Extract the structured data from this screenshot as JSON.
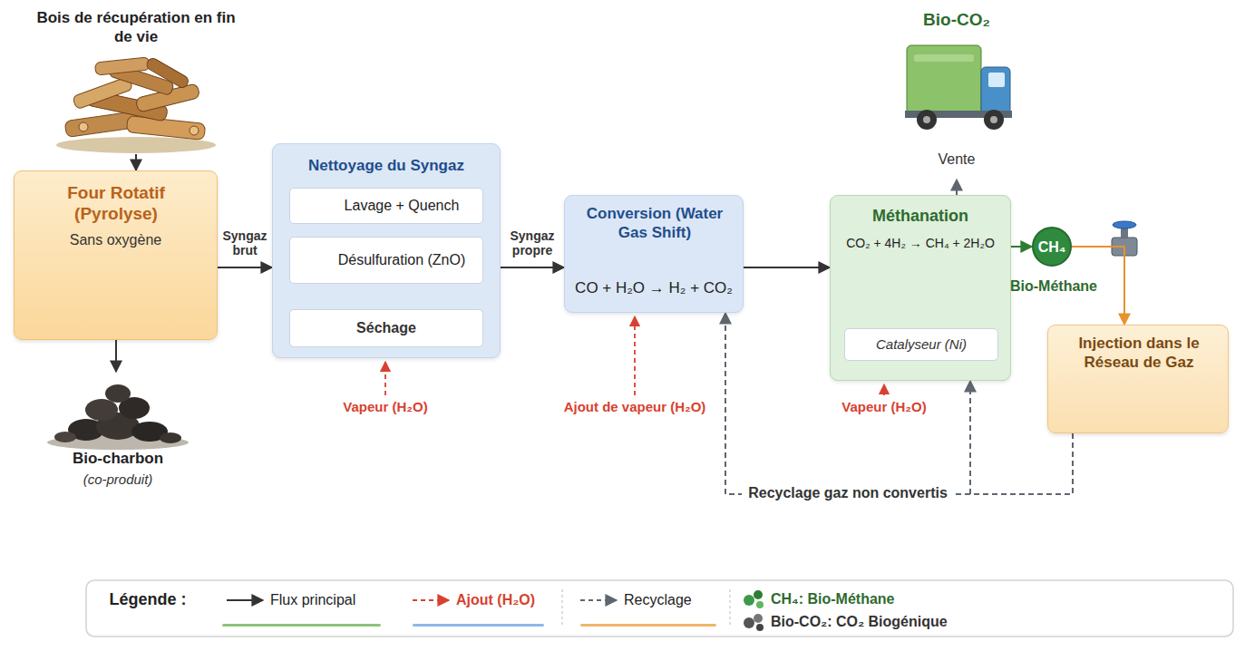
{
  "diagram": {
    "nodes": [
      {
        "text": [
          "Bois de récupération en fin de vie"
        ]
      },
      {
        "text": [
          "Four Rotatif (Pyrolyse)",
          "Sans oxygène"
        ]
      },
      {
        "text": [
          "Bio-charbon",
          "(co-produit)"
        ]
      },
      {
        "text": [
          "Nettoyage du Syngaz"
        ]
      },
      {
        "text": [
          "Lavage + Quench"
        ],
        "in": 3
      },
      {
        "text": [
          "Désulfuration (ZnO)"
        ],
        "in": 3
      },
      {
        "text": [
          "Séchage"
        ],
        "in": 3
      },
      {
        "text": [
          "Conversion (Water Gas Shift)",
          "CO + H₂O → H₂ + CO₂"
        ]
      },
      {
        "text": [
          "Méthanation",
          "CO₂ + 4H₂ → CH₄ + 2H₂O"
        ]
      },
      {
        "text": [
          "Catalyseur (Ni)"
        ],
        "in": 8
      },
      {
        "text": [
          "CH₄",
          "Bio-Méthane"
        ]
      },
      {
        "text": [
          "Injection dans le Réseau de Gaz"
        ]
      },
      {
        "text": [
          "Bio-CO₂",
          "Vente"
        ]
      }
    ],
    "edges": [
      {
        "from": 0,
        "to": 1,
        "arrow": "to"
      },
      {
        "from": 1,
        "to": 2,
        "arrow": "to"
      },
      {
        "from": 1,
        "to": 3,
        "label": "Syngaz brut",
        "arrow": "to"
      },
      {
        "from": 4,
        "to": 5,
        "arrow": "to"
      },
      {
        "from": 5,
        "to": 6,
        "arrow": "to"
      },
      {
        "from": 3,
        "to": 7,
        "label": "Syngaz propre",
        "arrow": "to"
      },
      {
        "from": 7,
        "to": 8,
        "arrow": "to"
      },
      {
        "from": 8,
        "to": 10,
        "arrow": "to"
      },
      {
        "from": 10,
        "to": 11,
        "arrow": "to"
      },
      {
        "from": 8,
        "to": 12,
        "arrow": "to"
      },
      {
        "from": 11,
        "to": 7,
        "label": "Recyclage gaz non convertis",
        "arrow": "to"
      },
      {
        "from": 11,
        "to": 8,
        "arrow": "to"
      }
    ],
    "labels": [
      "Vapeur (H₂O)",
      "Ajout de vapeur (H₂O)",
      "Vapeur (H₂O)",
      "Légende :"
    ],
    "legend": [
      {
        "text": "Flux principal"
      },
      {
        "text": "Ajout (H₂O)"
      },
      {
        "text": "Recyclage"
      },
      {
        "text": "CH₄: Bio-Méthane"
      },
      {
        "text": "Bio-CO₂: CO₂ Biogénique"
      }
    ]
  }
}
